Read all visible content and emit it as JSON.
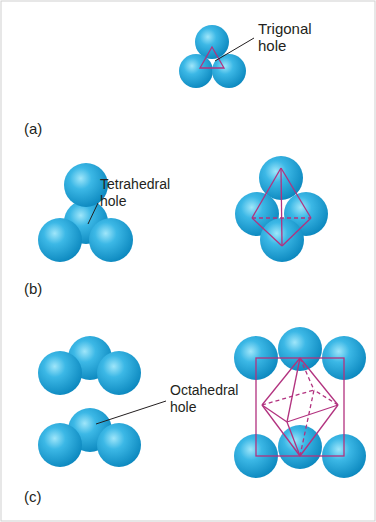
{
  "diagram": {
    "labels": [
      "Trigonal hole",
      "(a)",
      "Tetrahedral hole",
      "(b)",
      "Octahedral hole",
      "(c)"
    ]
  }
}
